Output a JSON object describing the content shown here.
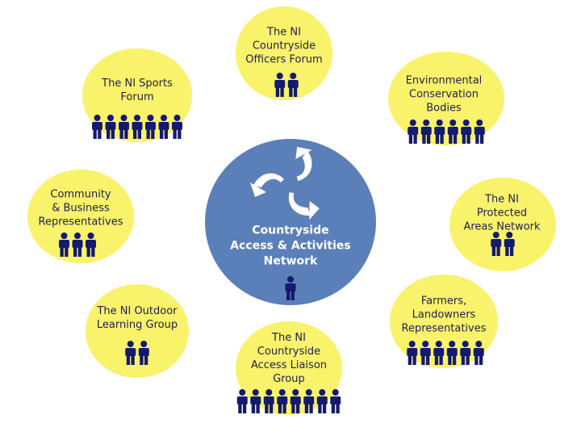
{
  "colors": {
    "bubble_fill": "#f9f26b",
    "center_fill": "#5b7fb8",
    "person": "#141a6e",
    "label_text": "#1f1f4f"
  },
  "center": {
    "label": "Countryside\nAccess & Activities\nNetwork",
    "people": 1,
    "logo_icon": "swirl-logo-icon"
  },
  "nodes": [
    {
      "id": "officers-forum",
      "label": "The NI\nCountryside\nOfficers Forum",
      "people": 2
    },
    {
      "id": "environmental",
      "label": "Environmental\nConservation\nBodies",
      "people": 6
    },
    {
      "id": "protected-areas",
      "label": "The NI Protected\nAreas Network",
      "people": 2
    },
    {
      "id": "farmers",
      "label": "Farmers,\nLandowners\nRepresentatives",
      "people": 6
    },
    {
      "id": "liaison-group",
      "label": "The NI\nCountryside\nAccess Liaison\nGroup",
      "people": 8
    },
    {
      "id": "outdoor-learning",
      "label": "The NI Outdoor\nLearning Group",
      "people": 2
    },
    {
      "id": "community-business",
      "label": "Community\n& Business\nRepresentatives",
      "people": 3
    },
    {
      "id": "sports-forum",
      "label": "The NI Sports\nForum",
      "people": 7
    }
  ]
}
